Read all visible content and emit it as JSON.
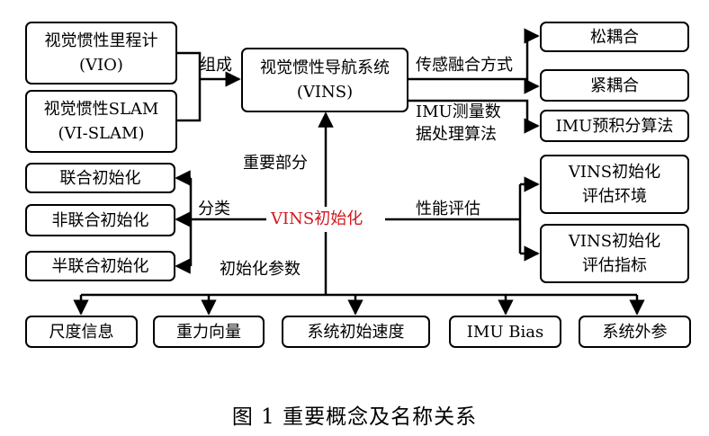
{
  "nodes": {
    "vio": [
      "视觉惯性里程计",
      "(VIO)"
    ],
    "vislam": [
      "视觉惯性SLAM",
      "(VI-SLAM)"
    ],
    "vins": [
      "视觉惯性导航系统",
      "(VINS)"
    ],
    "loose": "松耦合",
    "tight": "紧耦合",
    "preint": "IMU预积分算法",
    "joint": "联合初始化",
    "disjoint": "非联合初始化",
    "semijoint": "半联合初始化",
    "vins_init": "VINS初始化",
    "env": [
      "VINS初始化",
      "评估环境"
    ],
    "metrics": [
      "VINS初始化",
      "评估指标"
    ],
    "scale": "尺度信息",
    "gravity": "重力向量",
    "velocity": "系统初始速度",
    "bias": "IMU Bias",
    "extrinsic": "系统外参"
  },
  "edge_labels": {
    "compose": "组成",
    "fusion": "传感融合方式",
    "imu_processing": [
      "IMU测量数",
      "据处理算法"
    ],
    "important_part": "重要部分",
    "classify": "分类",
    "performance": "性能评估",
    "init_params": "初始化参数"
  },
  "caption": "图 1    重要概念及名称关系",
  "colors": {
    "highlight": "#d4171d",
    "stroke": "#000000"
  }
}
